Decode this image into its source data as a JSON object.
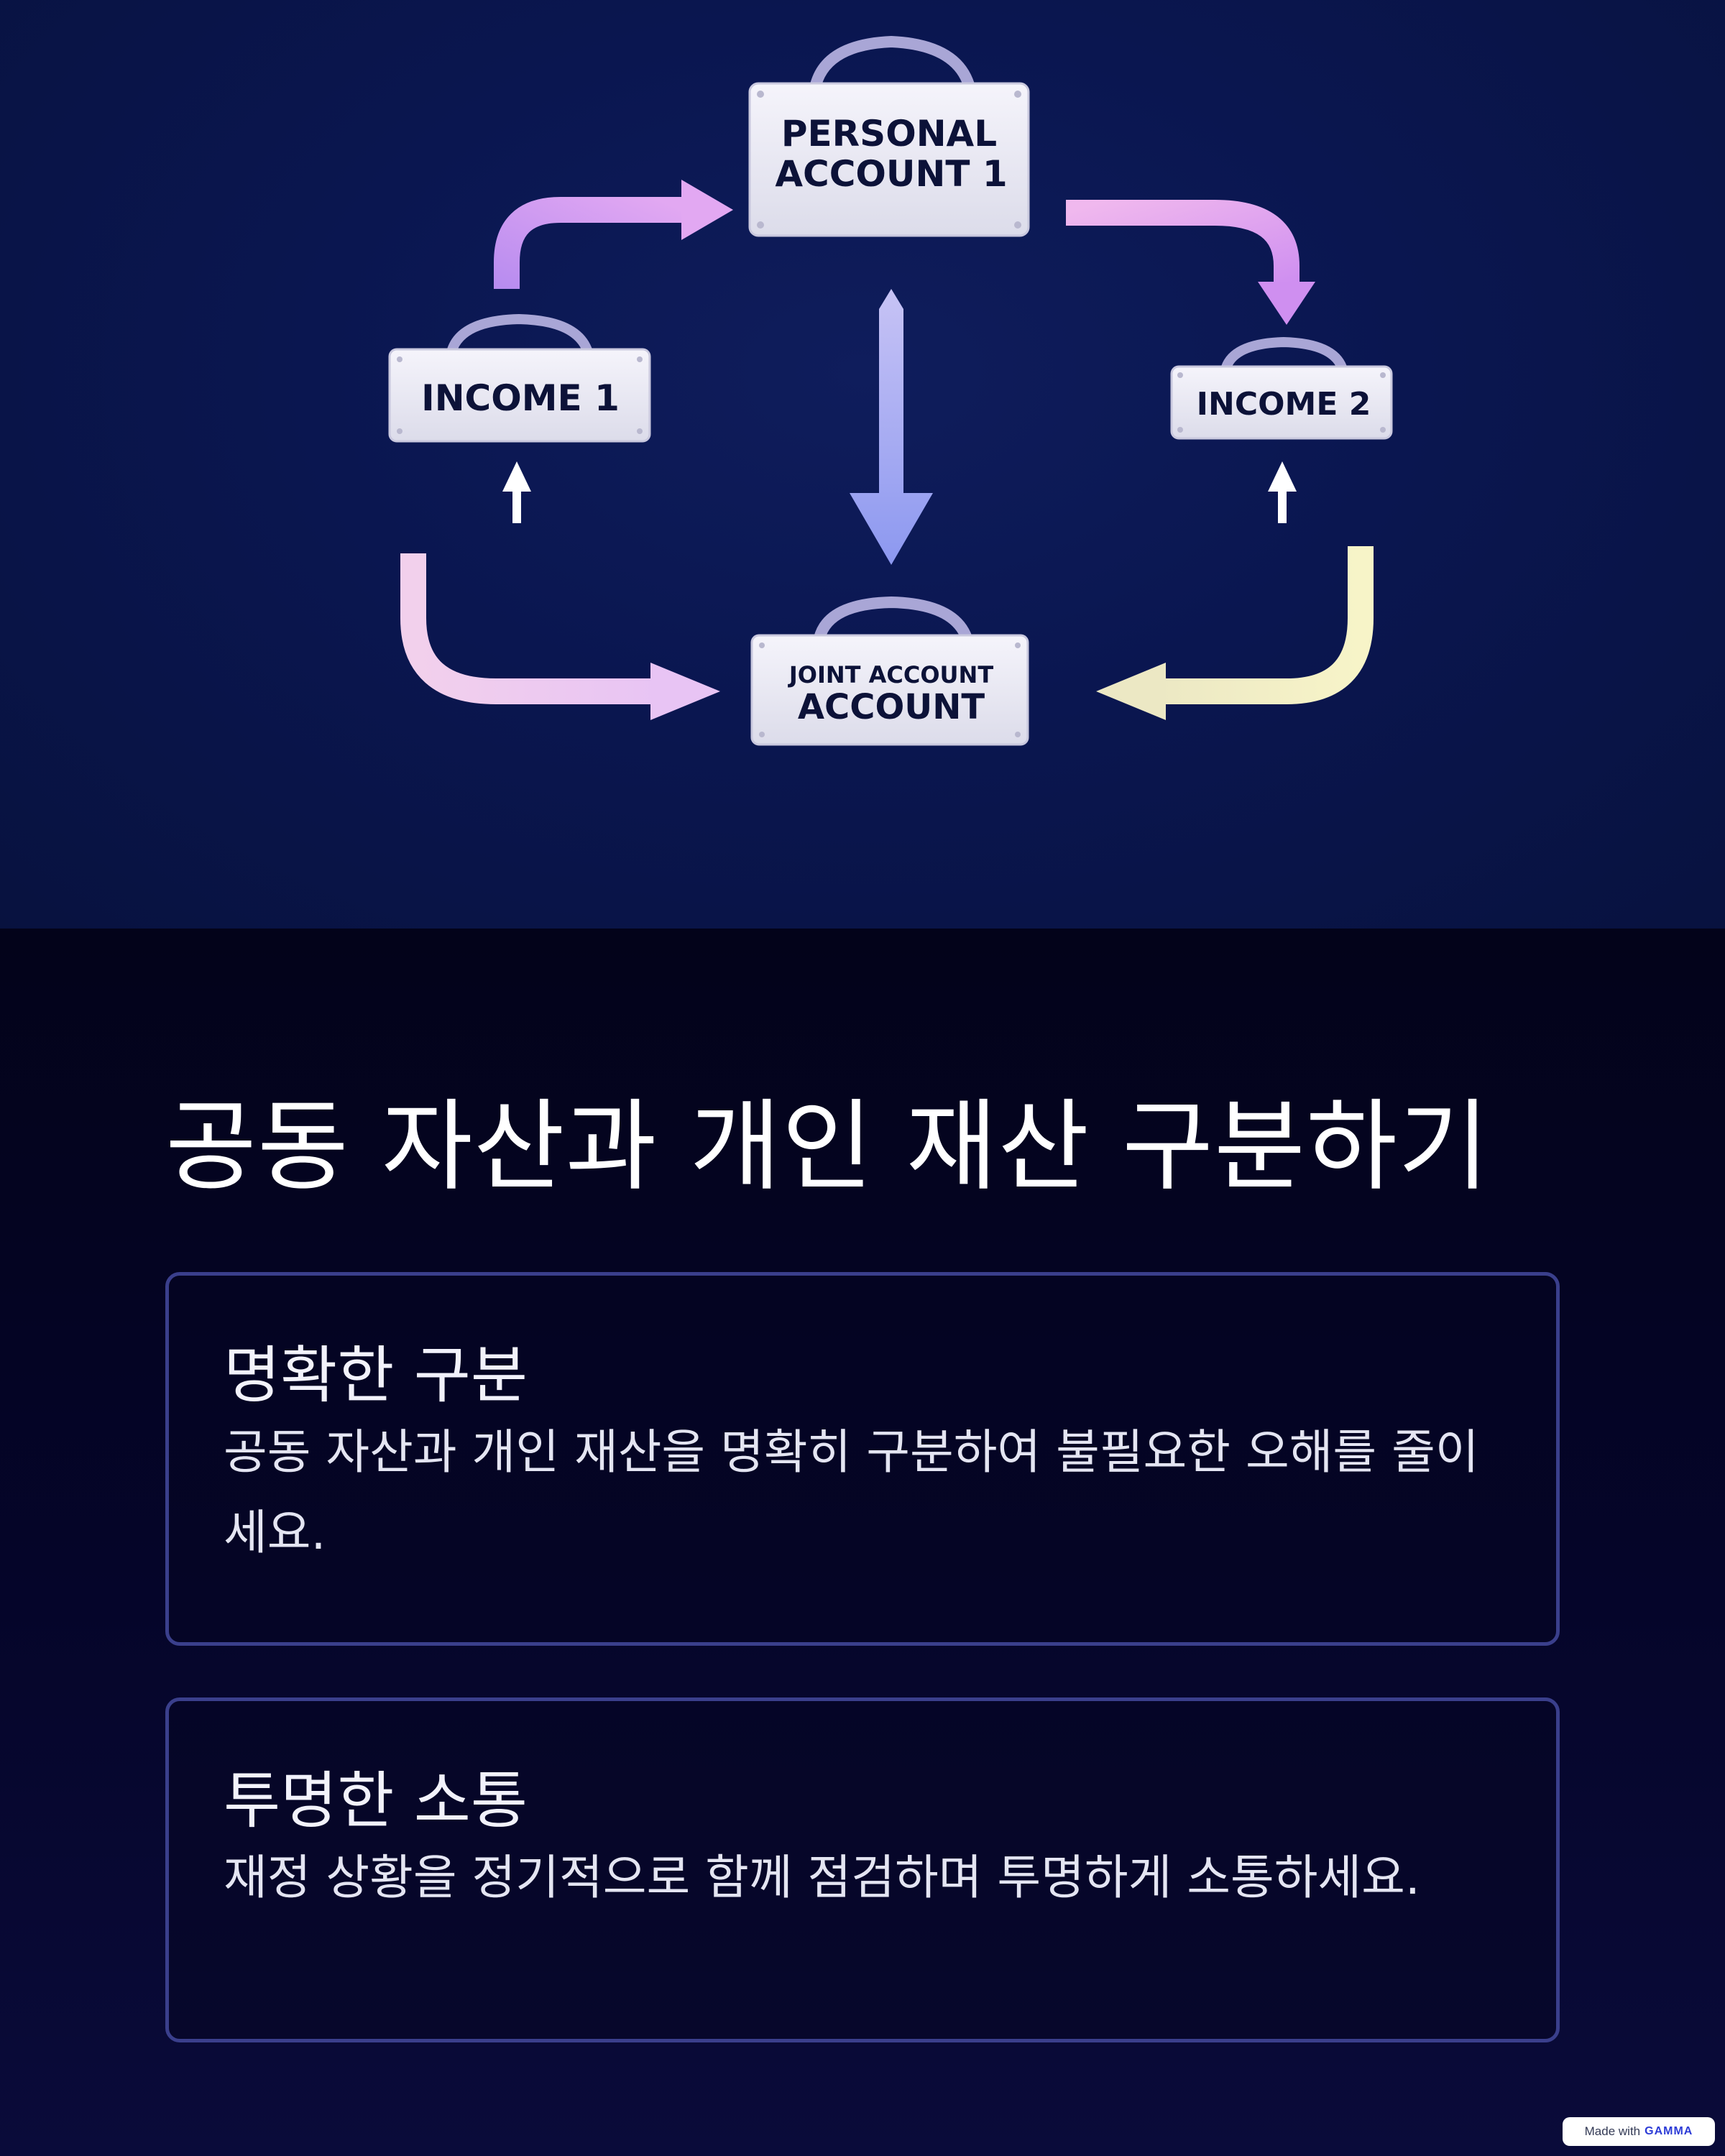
{
  "diagram": {
    "nodes": {
      "personal_account": {
        "line1": "PERSONAL",
        "line2": "ACCOUNT 1"
      },
      "income1": "INCOME 1",
      "income2": "INCOME 2",
      "joint_account": {
        "line1": "JOINT ACCOUNT",
        "line2": "ACCOUNT"
      }
    }
  },
  "section": {
    "title": "공동 자산과 개인 재산 구분하기",
    "cards": [
      {
        "heading": "명확한 구분",
        "body": "공동 자산과 개인 재산을 명확히 구분하여 불필요한 오해를 줄이세요."
      },
      {
        "heading": "투명한 소통",
        "body": "재정 상황을 정기적으로 함께 점검하며 투명하게 소통하세요."
      }
    ]
  },
  "badge": {
    "prefix": "Made with",
    "brand": "GAMMA"
  },
  "colors": {
    "background": "#07072a",
    "card_border": "#3a3f8c",
    "arrow_purple": "#c49cf0",
    "arrow_pink": "#e8b8ee",
    "arrow_blue": "#9aa3f0",
    "arrow_cream": "#f1edc6"
  }
}
